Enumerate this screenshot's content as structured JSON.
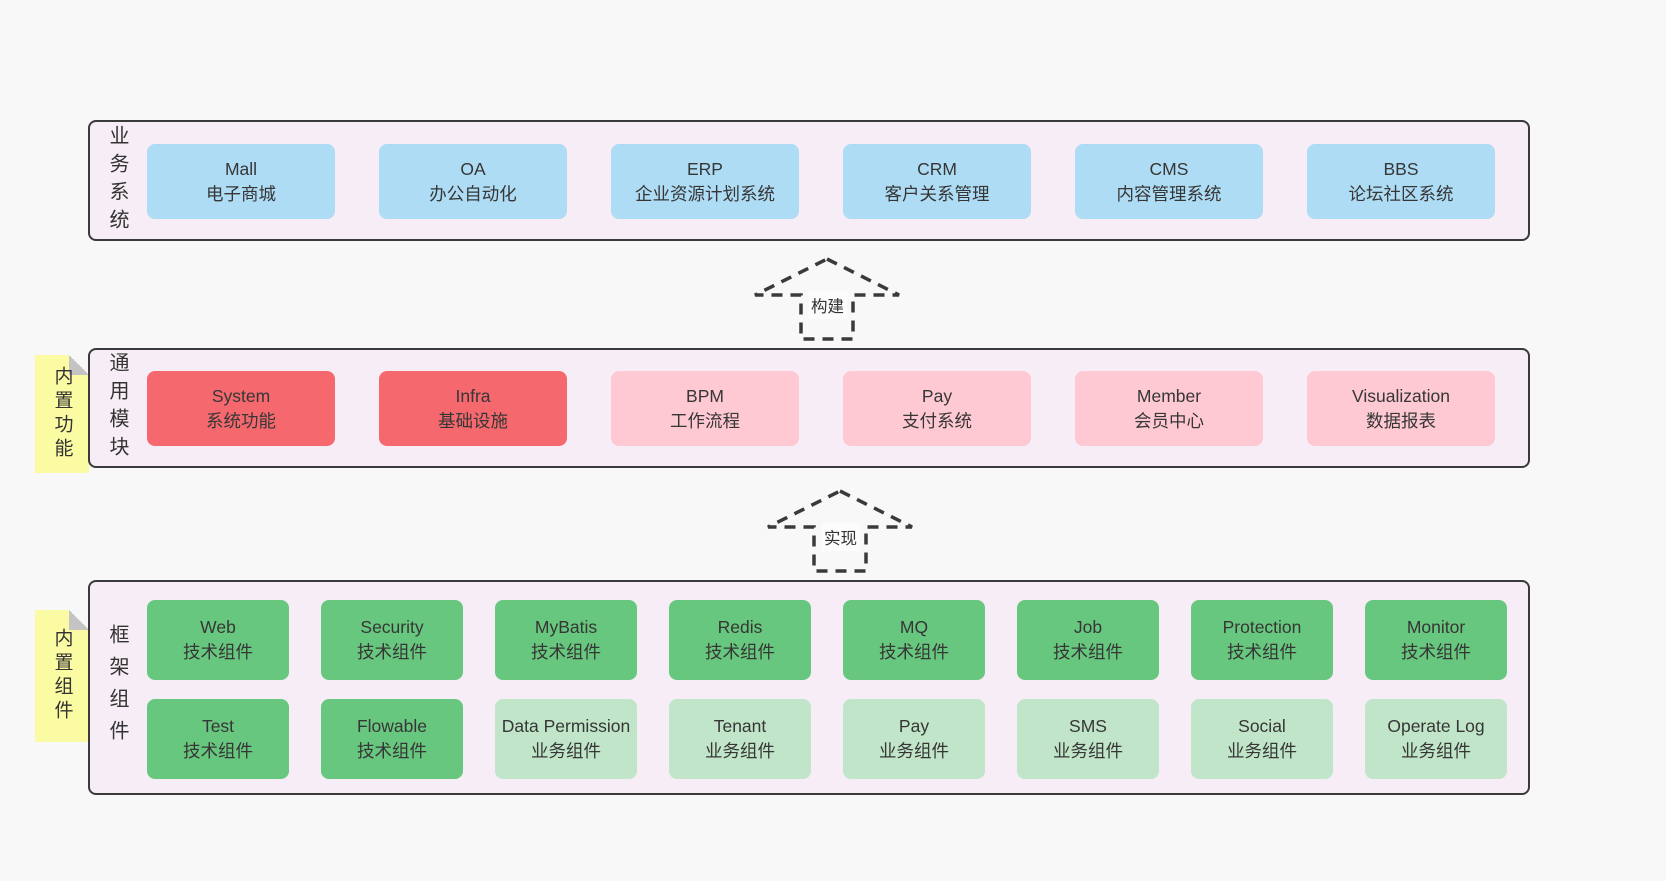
{
  "colors": {
    "page_bg": "#f8f8f8",
    "layer_bg": "#f7edf6",
    "layer_border": "#3a3a3a",
    "blue": "#aedcf5",
    "red": "#f5696e",
    "pink": "#fec9d3",
    "green": "#68c77e",
    "light_green": "#c0e5c8",
    "note_yellow": "#fbfba4",
    "note_fold_gray": "#c4c4c4",
    "text": "#363636"
  },
  "arrows": [
    {
      "label": "构建"
    },
    {
      "label": "实现"
    }
  ],
  "layers": [
    {
      "label": "业务系统",
      "boxes": [
        {
          "en": "Mall",
          "zh": "电子商城"
        },
        {
          "en": "OA",
          "zh": "办公自动化"
        },
        {
          "en": "ERP",
          "zh": "企业资源计划系统"
        },
        {
          "en": "CRM",
          "zh": "客户关系管理"
        },
        {
          "en": "CMS",
          "zh": "内容管理系统"
        },
        {
          "en": "BBS",
          "zh": "论坛社区系统"
        }
      ]
    },
    {
      "note": "内置功能",
      "label": "通用模块",
      "boxes": [
        {
          "en": "System",
          "zh": "系统功能"
        },
        {
          "en": "Infra",
          "zh": "基础设施"
        },
        {
          "en": "BPM",
          "zh": "工作流程"
        },
        {
          "en": "Pay",
          "zh": "支付系统"
        },
        {
          "en": "Member",
          "zh": "会员中心"
        },
        {
          "en": "Visualization",
          "zh": "数据报表"
        }
      ]
    },
    {
      "note": "内置组件",
      "label": "框架组件",
      "row1": [
        {
          "en": "Web",
          "zh": "技术组件"
        },
        {
          "en": "Security",
          "zh": "技术组件"
        },
        {
          "en": "MyBatis",
          "zh": "技术组件"
        },
        {
          "en": "Redis",
          "zh": "技术组件"
        },
        {
          "en": "MQ",
          "zh": "技术组件"
        },
        {
          "en": "Job",
          "zh": "技术组件"
        },
        {
          "en": "Protection",
          "zh": "技术组件"
        },
        {
          "en": "Monitor",
          "zh": "技术组件"
        }
      ],
      "row2": [
        {
          "en": "Test",
          "zh": "技术组件"
        },
        {
          "en": "Flowable",
          "zh": "技术组件"
        },
        {
          "en": "Data Permission",
          "zh": "业务组件"
        },
        {
          "en": "Tenant",
          "zh": "业务组件"
        },
        {
          "en": "Pay",
          "zh": "业务组件"
        },
        {
          "en": "SMS",
          "zh": "业务组件"
        },
        {
          "en": "Social",
          "zh": "业务组件"
        },
        {
          "en": "Operate Log",
          "zh": "业务组件"
        }
      ]
    }
  ]
}
